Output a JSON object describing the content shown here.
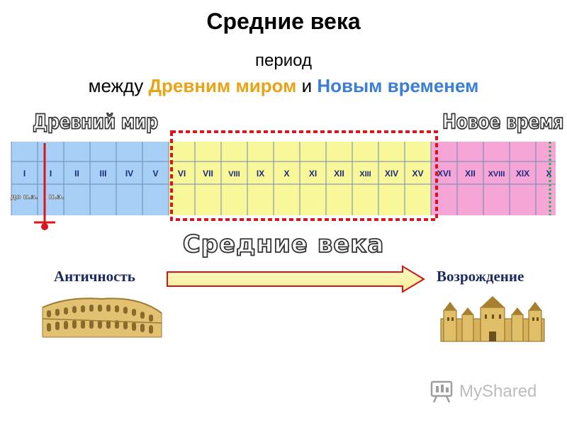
{
  "title": "Средние века",
  "subtitle": {
    "line1": "период",
    "prefix": "между ",
    "ancient": "Древним миром",
    "middle": " и ",
    "modern": "Новым временем"
  },
  "labels": {
    "ancient_world": "Древний мир",
    "modern_time": "Новое время",
    "middle_ages": "Средние века",
    "antiquity": "Античность",
    "renaissance": "Возрождение"
  },
  "timeline": {
    "centuries": [
      "I",
      "I",
      "II",
      "III",
      "IV",
      "V",
      "VI",
      "VII",
      "VIII",
      "IX",
      "X",
      "XI",
      "XII",
      "XIII",
      "XIV",
      "XV",
      "XVI",
      "XII",
      "XVIII",
      "XIX",
      "X"
    ],
    "era_marks": [
      "до н.э.",
      "н.э."
    ],
    "colors": {
      "ancient": "#a8cff5",
      "middle": "#f8f79a",
      "modern": "#f6a6d6",
      "highlight": "#d9161c"
    }
  },
  "watermark": "MyShared",
  "icons": [
    "colosseum-image",
    "castle-image",
    "myshared-logo-icon"
  ]
}
